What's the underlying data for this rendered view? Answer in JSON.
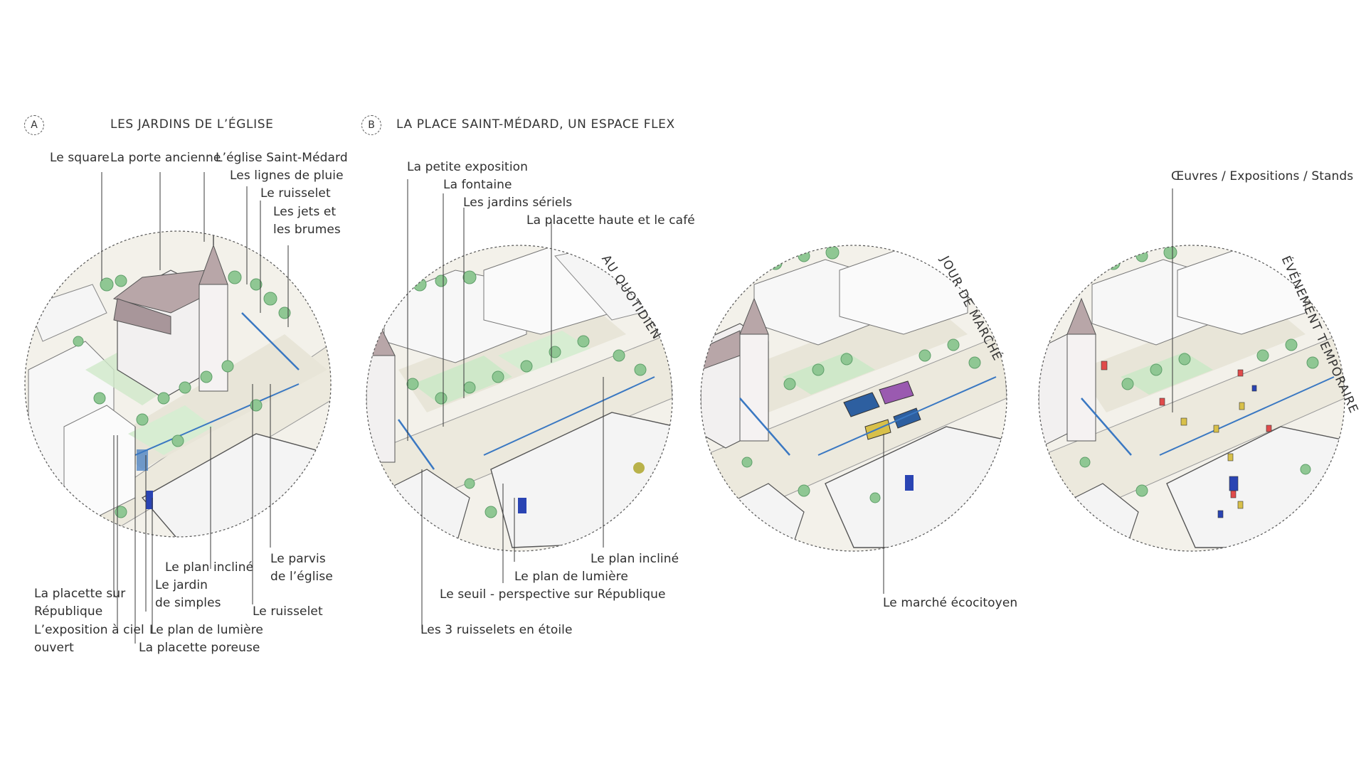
{
  "colors": {
    "leader": "#3a3a3a",
    "tree": "#8fc793",
    "tree_dark": "#5f9f6a",
    "garden": "#cfe8c9",
    "paving": "#ece9dd",
    "building": "#f7f7f7",
    "church_roof": "#b8a6a8",
    "water": "#3a78c2",
    "accent_blue": "#2a44b3",
    "market_blue": "#2d5fa0",
    "market_purple": "#9a5ab0",
    "market_yellow": "#d8c04a",
    "event_red": "#e04b4b"
  },
  "section_a": {
    "badge": "A",
    "title": "LES JARDINS DE L’ÉGLISE",
    "labels": {
      "square": "Le square",
      "porte": "La porte ancienne",
      "eglise": "L’église Saint-Médard",
      "lignes": "Les lignes de pluie",
      "ruisselet_top": "Le ruisselet",
      "jets_1": "Les jets et",
      "jets_2": "les brumes",
      "placette_rep_1": "La placette sur",
      "placette_rep_2": "République",
      "expo_1": "L’exposition à ciel",
      "expo_2": "ouvert",
      "plan_incline": "Le plan incliné",
      "jardin_1": "Le jardin",
      "jardin_2": "de simples",
      "plan_lumiere": "Le plan de lumière",
      "placette_poreuse": "La placette poreuse",
      "parvis_1": "Le parvis",
      "parvis_2": "de l’église",
      "ruisselet_bottom": "Le ruisselet"
    }
  },
  "section_b": {
    "badge": "B",
    "title": "LA PLACE SAINT-MÉDARD, UN ESPACE FLEX",
    "labels": {
      "petite_expo": "La petite exposition",
      "fontaine": "La fontaine",
      "jardins_seriels": "Les jardins sériels",
      "placette_haute": "La placette haute et le café",
      "plan_incline": "Le plan incliné",
      "plan_lumiere": "Le plan de lumière",
      "seuil": "Le seuil - perspective sur République",
      "ruisselets": "Les 3 ruisselets en étoile"
    }
  },
  "scenes": {
    "quotidien": "AU QUOTIDIEN",
    "marche": "JOUR DE MARCHÉ",
    "evenement": "ÉVÉNEMENT TEMPORAIRE"
  },
  "section_c": {
    "marche_label": "Le marché écocitoyen"
  },
  "section_d": {
    "oeuvres_label": "Œuvres / Expositions / Stands"
  }
}
